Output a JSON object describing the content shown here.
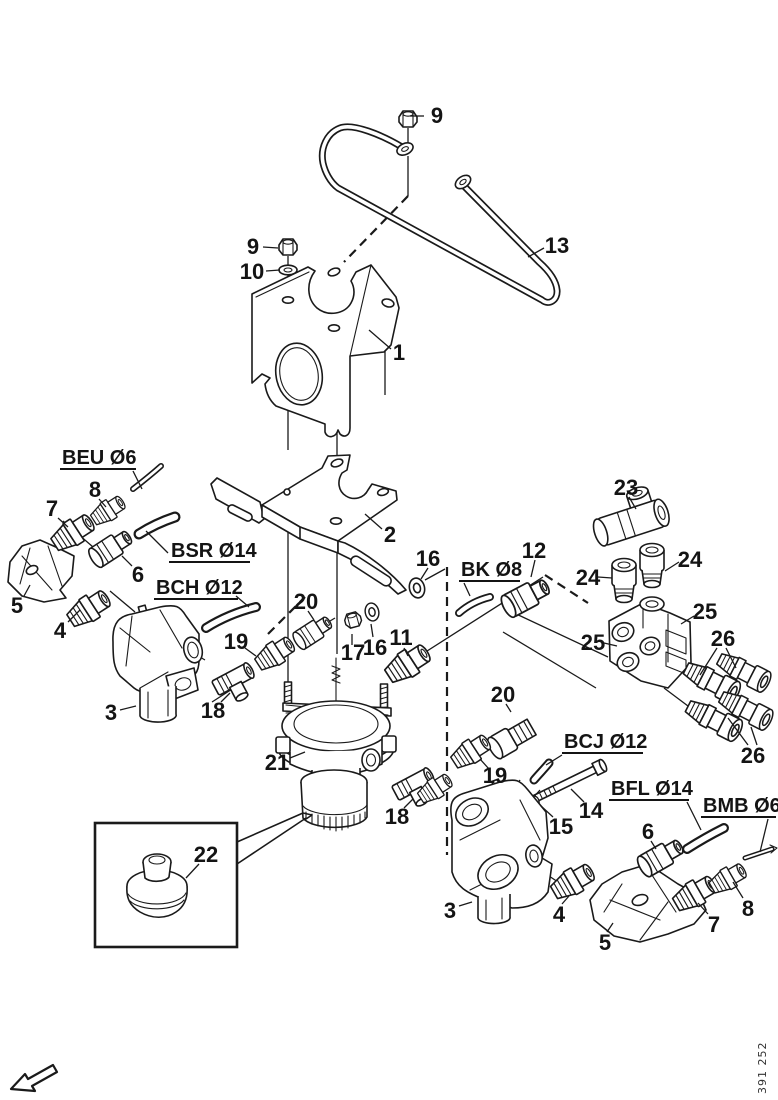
{
  "figure": {
    "drawing_number": "391 252",
    "colors": {
      "background": "#ffffff",
      "line": "#1a1a1a",
      "text": "#141414"
    },
    "callouts": {
      "c1": "1",
      "c2": "2",
      "c3_left": "3",
      "c3_bottom": "3",
      "c4_left": "4",
      "c4_bottom": "4",
      "c5_left": "5",
      "c5_bottom": "5",
      "c6_left": "6",
      "c6_bottom": "6",
      "c7_left": "7",
      "c7_bottom": "7",
      "c8_left": "8",
      "c8_bottom": "8",
      "c9_top": "9",
      "c9_left": "9",
      "c10": "10",
      "c11": "11",
      "c12": "12",
      "c13": "13",
      "c14": "14",
      "c15": "15",
      "c16_top": "16",
      "c16_mid": "16",
      "c17": "17",
      "c18_left": "18",
      "c18_mid": "18",
      "c19_left": "19",
      "c19_right": "19",
      "c20_left": "20",
      "c20_right": "20",
      "c21": "21",
      "c22": "22",
      "c23": "23",
      "c24_left": "24",
      "c24_right": "24",
      "c25_left": "25",
      "c25_right": "25",
      "c26_top": "26",
      "c26_bottom": "26"
    },
    "hose_labels": {
      "beu": "BEU Ø6",
      "bsr": "BSR Ø14",
      "bch": "BCH Ø12",
      "bk": "BK Ø8",
      "bcj": "BCJ Ø12",
      "bfl": "BFL Ø14",
      "bmb": "BMB Ø6"
    }
  }
}
